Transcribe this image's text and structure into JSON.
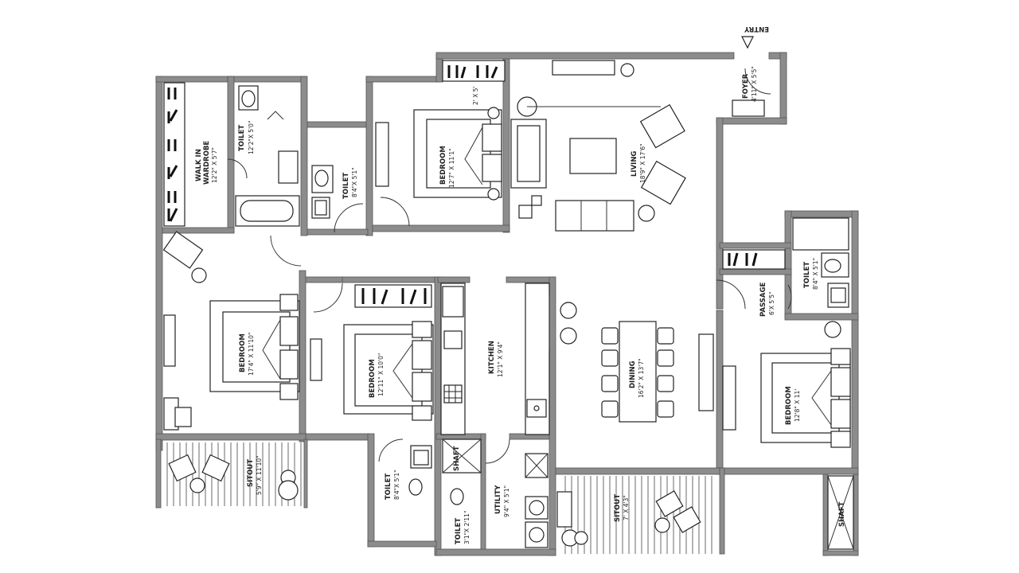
{
  "entry": "ENTRY",
  "rooms": {
    "walkin": {
      "name": "WALK IN WARDROBE",
      "line1": "WALK IN",
      "line2": "WARDROBE",
      "dim": "12'2\" X 5'7\""
    },
    "toilet1": {
      "name": "TOILET",
      "dim": "12'2\"X 5'0\""
    },
    "toilet2": {
      "name": "TOILET",
      "dim": "8'4\"X 5'1\""
    },
    "bedroom1": {
      "name": "BEDROOM",
      "dim": "12'7\" X 11'1\""
    },
    "wardrobe_small": {
      "dim": "2' X 5'"
    },
    "living": {
      "name": "LIVING",
      "dim": "18'9\" X 17'6\""
    },
    "foyer": {
      "name": "FOYER",
      "dim": "4'11\" X 5'5\""
    },
    "bedroom2": {
      "name": "BEDROOM",
      "dim": "17'4\" X 11'10\""
    },
    "bedroom3": {
      "name": "BEDROOM",
      "dim": "12'11\" X 10'0\""
    },
    "kitchen": {
      "name": "KITCHEN",
      "dim": "12'1\" X 9'4\""
    },
    "dining": {
      "name": "DINING",
      "dim": "16'2\" X 13'7\""
    },
    "passage": {
      "name": "PASSAGE",
      "dim": "6'X 5'5\""
    },
    "toilet3": {
      "name": "TOILET",
      "dim": "8'4\" X 5'1\""
    },
    "bedroom4": {
      "name": "BEDROOM",
      "dim": "12'8\" X 11'"
    },
    "sitout1": {
      "name": "SITOUT",
      "dim": "5'9\" X 11'10\""
    },
    "toilet4": {
      "name": "TOILET",
      "dim": "8'4\"X 5'1\""
    },
    "shaft1": {
      "name": "SHAFT"
    },
    "toilet5": {
      "name": "TOILET",
      "dim": "3'1\"X 2'11\""
    },
    "utility": {
      "name": "UTILITY",
      "dim": "9'4\" X 5'1\""
    },
    "sitout2": {
      "name": "SITOUT",
      "dim": "7' X 4'3\""
    },
    "shaft2": {
      "name": "SHAFT"
    }
  }
}
